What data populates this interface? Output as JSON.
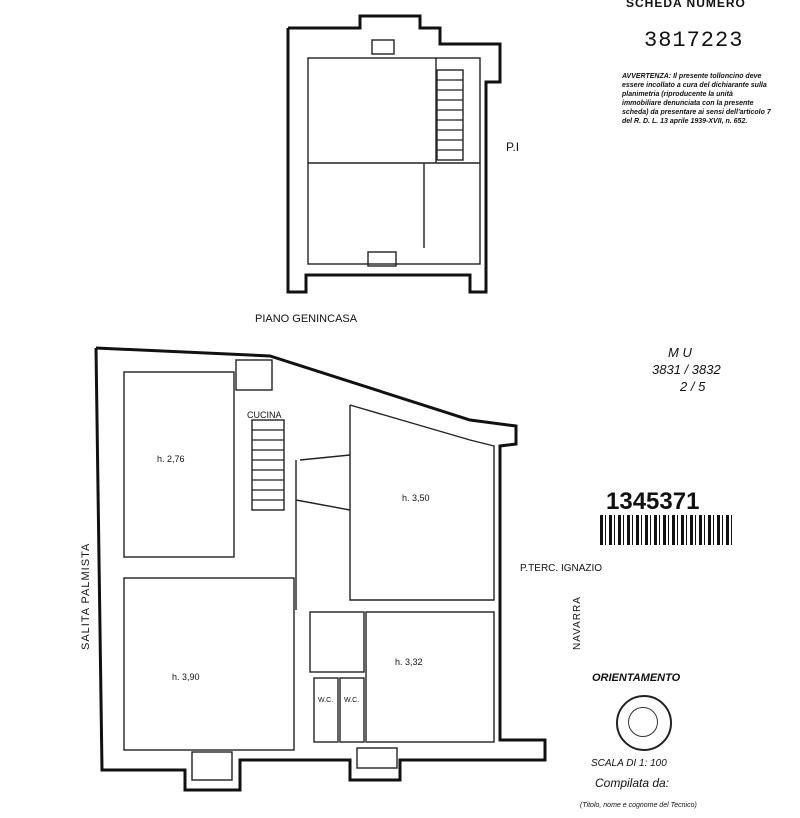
{
  "header": {
    "scheda_label": "SCHEDA NUMERO",
    "scheda_number": "3817223"
  },
  "warning": {
    "title": "AVVERTENZA:",
    "text": "Il presente tolloncino deve essere incollato a cura del dichiarante sulla planimetria (riproducente la unità immobiliare denunciata con la presente scheda) da presentare ai sensi dell'articolo 7 del R. D. L. 13 aprile 1939-XVII, n. 652."
  },
  "floors": {
    "upper_label": "P.I",
    "ground_label": "PIANO GENINCASA"
  },
  "rooms": {
    "kitchen": "CUCINA",
    "room_top_left": "h. 2,76",
    "room_center": "h. 3,50",
    "room_bottom_left": "h. 3,90",
    "room_bottom_right": "h. 3,32",
    "wc1": "W.C.",
    "wc2": "W.C."
  },
  "streets": {
    "left": "SALITA PALMISTA",
    "right_a": "P.TERC. IGNAZIO",
    "right_b": "NAVARRA"
  },
  "annotation": {
    "line1": "M U",
    "line2": "3831 / 3832",
    "line3": "2 / 5"
  },
  "barcode": {
    "number": "1345371"
  },
  "footer": {
    "orientation": "ORIENTAMENTO",
    "scale_label": "SCALA",
    "scale_prefix": "DI 1:",
    "scale_value": "100",
    "compiled_by": "Compilata da:",
    "credit_note": "(Titolo, nome e cognome del Tecnico)"
  }
}
